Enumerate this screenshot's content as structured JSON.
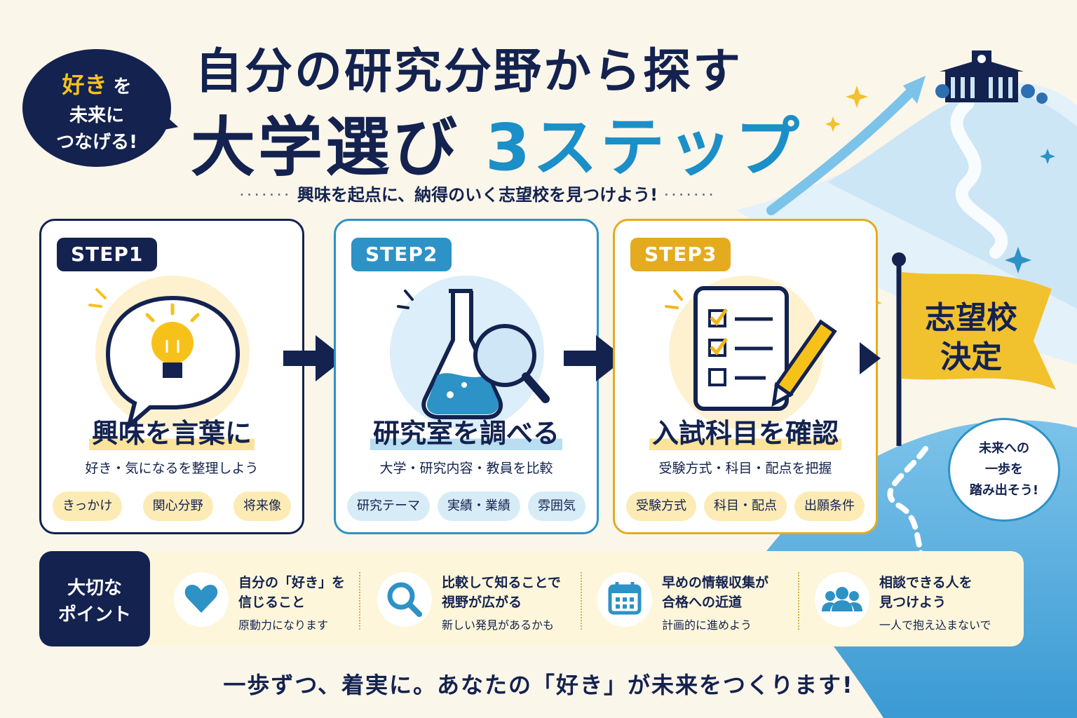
{
  "bubble": {
    "line1_highlight": "好き",
    "line1_rest": "を",
    "line2": "未来に",
    "line3": "つなげる!"
  },
  "title": {
    "line1": "自分の研究分野から探す",
    "line2_main": "大学選び",
    "line2_accent": "3ステップ"
  },
  "subtitle": {
    "dots_left": "·······",
    "text": "興味を起点に、納得のいく志望校を見つけよう!",
    "dots_right": "·······"
  },
  "steps": [
    {
      "badge": "STEP1",
      "title": "興味を言葉に",
      "desc": "好き・気になるを整理しよう",
      "icon": "lightbulb-speech-icon",
      "tags": [
        "きっかけ",
        "関心分野",
        "将来像"
      ]
    },
    {
      "badge": "STEP2",
      "title": "研究室を調べる",
      "desc": "大学・研究内容・教員を比較",
      "icon": "flask-magnifier-icon",
      "tags": [
        "研究テーマ",
        "実績・業績",
        "雰囲気"
      ]
    },
    {
      "badge": "STEP3",
      "title": "入試科目を確認",
      "desc": "受験方式・科目・配点を把握",
      "icon": "checklist-pencil-icon",
      "tags": [
        "受験方式",
        "科目・配点",
        "出願条件"
      ]
    }
  ],
  "goal": {
    "line1": "志望校",
    "line2": "決定",
    "circle_l1": "未来への",
    "circle_l2": "一歩を",
    "circle_l3": "踏み出そう!"
  },
  "points": {
    "label_l1": "大切な",
    "label_l2": "ポイント",
    "items": [
      {
        "icon": "heart-icon",
        "l1": "自分の「好き」を",
        "l2": "信じること",
        "note": "原動力になります"
      },
      {
        "icon": "search-icon",
        "l1": "比較して知ることで",
        "l2": "視野が広がる",
        "note": "新しい発見があるかも"
      },
      {
        "icon": "calendar-icon",
        "l1": "早めの情報収集が",
        "l2": "合格への近道",
        "note": "計画的に進めよう"
      },
      {
        "icon": "people-icon",
        "l1": "相談できる人を",
        "l2": "見つけよう",
        "note": "一人で抱え込まないで"
      }
    ]
  },
  "footer": "一歩ずつ、着実に。あなたの「好き」が未来をつくります!",
  "colors": {
    "navy": "#13224f",
    "blue": "#2d92c5",
    "yellow": "#e5ab1e",
    "cream": "#fbf6ea"
  }
}
